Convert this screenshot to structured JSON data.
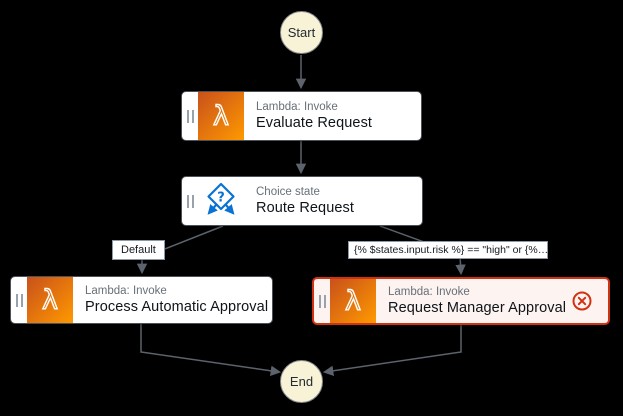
{
  "workflow": {
    "nodes": {
      "start": {
        "label": "Start"
      },
      "evaluate_request": {
        "service": "Lambda: Invoke",
        "title": "Evaluate Request"
      },
      "route_request": {
        "service": "Choice state",
        "title": "Route Request"
      },
      "process_automatic_approval": {
        "service": "Lambda: Invoke",
        "title": "Process Automatic Approval"
      },
      "request_manager_approval": {
        "service": "Lambda: Invoke",
        "title": "Request Manager Approval",
        "status": "error"
      },
      "end": {
        "label": "End"
      }
    },
    "edge_labels": {
      "default_rule": "Default",
      "condition_rule": "{% $states.input.risk %} == \"high\" or {%…"
    },
    "icons": {
      "lambda_glyph": "λ",
      "choice_glyph": "?"
    },
    "colors": {
      "canvas_background": "#000000",
      "edge": "#5C636C",
      "lambda_gradient_start": "#C8511B",
      "lambda_gradient_end": "#FF9900",
      "choice_blue": "#0972D3",
      "error_red": "#D13212",
      "terminal_fill": "#F8F3D6",
      "card_border": "#4A5158",
      "error_card_fill": "#FDF3F1"
    }
  }
}
